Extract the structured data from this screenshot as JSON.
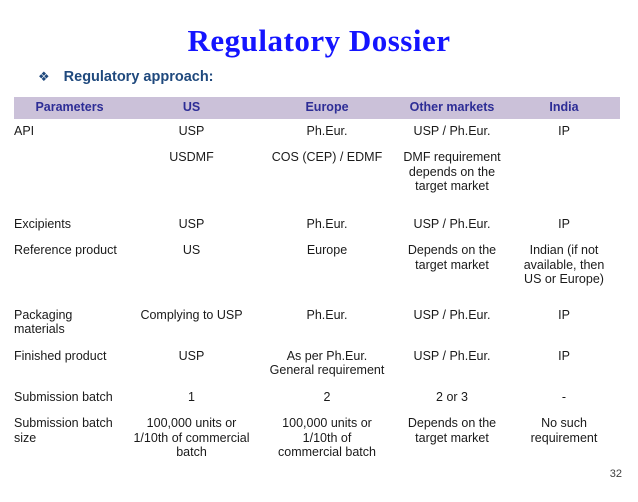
{
  "slide": {
    "title": "Regulatory Dossier",
    "bullet_icon": "❖",
    "bullet_text": "Regulatory approach:",
    "page_number": "32"
  },
  "colors": {
    "title_blue": "#1414ff",
    "bullet_blue": "#1f497d",
    "header_bg": "#cbc1d9",
    "header_text": "#2d2d96",
    "body_text": "#1a1a1a",
    "page_number_gray": "#3f3f3f"
  },
  "table": {
    "headers": [
      "Parameters",
      "US",
      "Europe",
      "Other markets",
      "India"
    ],
    "rows": [
      [
        "API",
        "USP",
        "Ph.Eur.",
        "USP / Ph.Eur.",
        "IP"
      ],
      [
        "",
        "USDMF",
        "COS (CEP) / EDMF",
        "DMF requirement\ndepends on the\ntarget market",
        ""
      ],
      [
        "Excipients",
        "USP",
        "Ph.Eur.",
        "USP / Ph.Eur.",
        "IP"
      ],
      [
        "Reference product",
        "US",
        "Europe",
        "Depends on the\ntarget market",
        "Indian (if not\navailable, then\nUS or Europe)"
      ],
      [
        "Packaging\nmaterials",
        "Complying to USP",
        "Ph.Eur.",
        "USP / Ph.Eur.",
        "IP"
      ],
      [
        "Finished product",
        "USP",
        "As per Ph.Eur.\nGeneral requirement",
        "USP / Ph.Eur.",
        "IP"
      ],
      [
        "Submission batch",
        "1",
        "2",
        "2 or 3",
        "-"
      ],
      [
        "Submission batch\nsize",
        "100,000 units or\n1/10th of commercial\nbatch",
        "100,000 units or\n1/10th of\ncommercial batch",
        "Depends on the\ntarget market",
        "No such\nrequirement"
      ]
    ]
  }
}
